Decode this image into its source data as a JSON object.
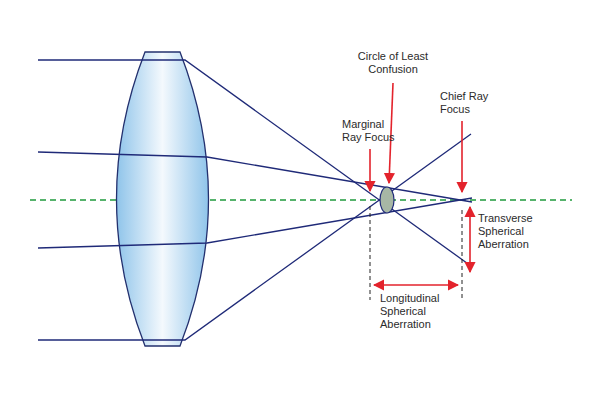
{
  "diagram": {
    "labels": [
      "Circle of Least Confusion",
      "Marginal Ray Focus",
      "Chief Ray Focus",
      "Transverse Spherical Aberration",
      "Longitudinal Spherical Aberration"
    ]
  }
}
